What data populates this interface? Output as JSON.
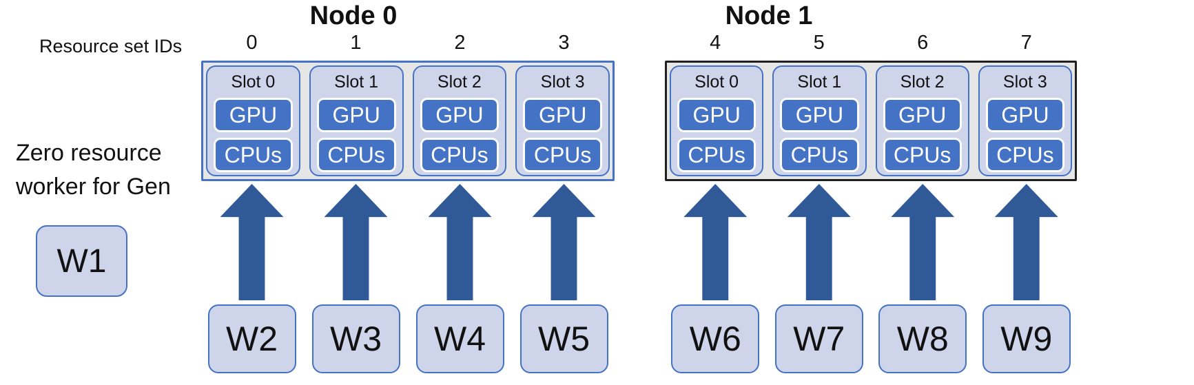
{
  "diagram": {
    "row_label": "Resource set IDs",
    "annotation_lines": [
      "Zero resource",
      "worker for Gen"
    ],
    "zero_worker": {
      "label": "W1"
    },
    "arrow_icon": "up-block-arrow",
    "arrows_per_node": 4
  },
  "nodes": [
    {
      "title": "Node 0",
      "border_color": "#4472C4",
      "resource_set_ids": [
        "0",
        "1",
        "2",
        "3"
      ],
      "slots": [
        {
          "label": "Slot 0",
          "resources": [
            "GPU",
            "CPUs"
          ]
        },
        {
          "label": "Slot 1",
          "resources": [
            "GPU",
            "CPUs"
          ]
        },
        {
          "label": "Slot 2",
          "resources": [
            "GPU",
            "CPUs"
          ]
        },
        {
          "label": "Slot 3",
          "resources": [
            "GPU",
            "CPUs"
          ]
        }
      ],
      "workers": [
        "W2",
        "W3",
        "W4",
        "W5"
      ]
    },
    {
      "title": "Node 1",
      "border_color": "#1F1F1F",
      "resource_set_ids": [
        "4",
        "5",
        "6",
        "7"
      ],
      "slots": [
        {
          "label": "Slot 0",
          "resources": [
            "GPU",
            "CPUs"
          ]
        },
        {
          "label": "Slot 1",
          "resources": [
            "GPU",
            "CPUs"
          ]
        },
        {
          "label": "Slot 2",
          "resources": [
            "GPU",
            "CPUs"
          ]
        },
        {
          "label": "Slot 3",
          "resources": [
            "GPU",
            "CPUs"
          ]
        }
      ],
      "workers": [
        "W6",
        "W7",
        "W8",
        "W9"
      ]
    }
  ],
  "colors": {
    "background": "#FFFFFF",
    "slot_fill": "#CED4E9",
    "node_fill_between_slots": "#E7E6E6",
    "accent_blue_border": "#4472C4",
    "resource_box_fill": "#4472C4",
    "resource_box_border": "#FDFDFF",
    "arrow_blue": "#2F5A97",
    "node1_border": "#1F1F1F",
    "worker_fill": "#CED4E9",
    "text": "#111111"
  }
}
